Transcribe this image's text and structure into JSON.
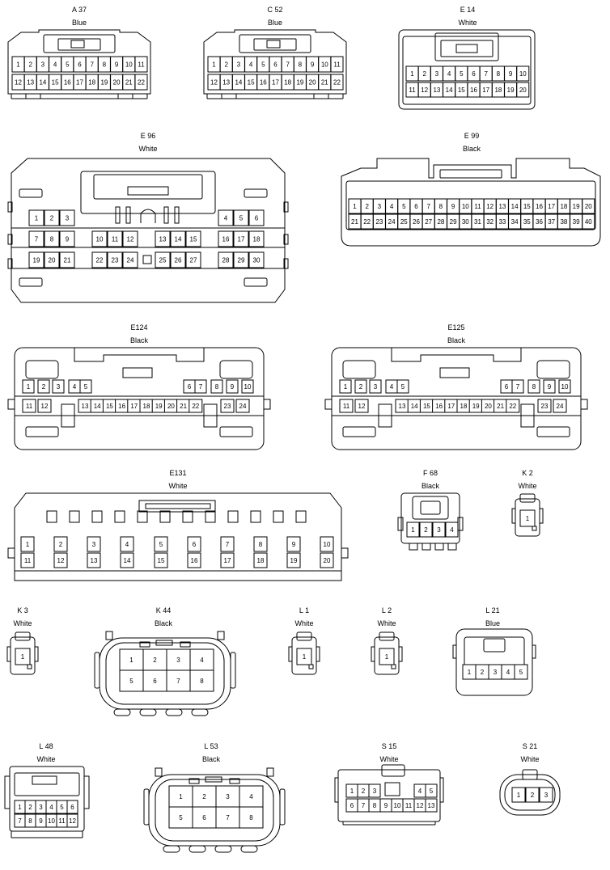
{
  "connectors": [
    {
      "id": "A 37",
      "color": "Blue",
      "rows": [
        [
          "1",
          "2",
          "3",
          "4",
          "5",
          "6",
          "7",
          "8",
          "9",
          "10",
          "11"
        ],
        [
          "12",
          "13",
          "14",
          "15",
          "16",
          "17",
          "18",
          "19",
          "20",
          "21",
          "22"
        ]
      ]
    },
    {
      "id": "C 52",
      "color": "Blue",
      "rows": [
        [
          "1",
          "2",
          "3",
          "4",
          "5",
          "6",
          "7",
          "8",
          "9",
          "10",
          "11"
        ],
        [
          "12",
          "13",
          "14",
          "15",
          "16",
          "17",
          "18",
          "19",
          "20",
          "21",
          "22"
        ]
      ]
    },
    {
      "id": "E 14",
      "color": "White",
      "rows": [
        [
          "1",
          "2",
          "3",
          "4",
          "5",
          "6",
          "7",
          "8",
          "9",
          "10"
        ],
        [
          "11",
          "12",
          "13",
          "14",
          "15",
          "16",
          "17",
          "18",
          "19",
          "20"
        ]
      ]
    },
    {
      "id": "E 96",
      "color": "White",
      "rows": [
        [
          "1",
          "2",
          "3",
          "",
          "",
          "",
          "",
          "",
          "",
          "4",
          "5",
          "6"
        ],
        [
          "7",
          "8",
          "9",
          "10",
          "11",
          "12",
          "13",
          "14",
          "15",
          "16",
          "17",
          "18"
        ],
        [
          "19",
          "20",
          "21",
          "22",
          "23",
          "24",
          "25",
          "26",
          "27",
          "28",
          "29",
          "30"
        ]
      ]
    },
    {
      "id": "E 99",
      "color": "Black",
      "rows": [
        [
          "1",
          "2",
          "3",
          "4",
          "5",
          "6",
          "7",
          "8",
          "9",
          "10",
          "11",
          "12",
          "13",
          "14",
          "15",
          "16",
          "17",
          "18",
          "19",
          "20"
        ],
        [
          "21",
          "22",
          "23",
          "24",
          "25",
          "26",
          "27",
          "28",
          "29",
          "30",
          "31",
          "32",
          "33",
          "34",
          "35",
          "36",
          "37",
          "38",
          "39",
          "40"
        ]
      ]
    },
    {
      "id": "E124",
      "color": "Black",
      "rows": [
        [
          "1",
          "2",
          "3",
          "4",
          "5",
          "6",
          "7",
          "8",
          "9",
          "10"
        ],
        [
          "11",
          "12",
          "13",
          "14",
          "15",
          "16",
          "17",
          "18",
          "19",
          "20",
          "21",
          "22",
          "23",
          "24"
        ]
      ]
    },
    {
      "id": "E125",
      "color": "Black",
      "rows": [
        [
          "1",
          "2",
          "3",
          "4",
          "5",
          "6",
          "7",
          "8",
          "9",
          "10"
        ],
        [
          "11",
          "12",
          "13",
          "14",
          "15",
          "16",
          "17",
          "18",
          "19",
          "20",
          "21",
          "22",
          "23",
          "24"
        ]
      ]
    },
    {
      "id": "E131",
      "color": "White",
      "rows": [
        [
          "1",
          "2",
          "3",
          "4",
          "5",
          "6",
          "7",
          "8",
          "9",
          "10"
        ],
        [
          "11",
          "12",
          "13",
          "14",
          "15",
          "16",
          "17",
          "18",
          "19",
          "20"
        ]
      ]
    },
    {
      "id": "F 68",
      "color": "Black",
      "rows": [
        [
          "1",
          "2",
          "3",
          "4"
        ]
      ]
    },
    {
      "id": "K 2",
      "color": "White",
      "rows": [
        [
          "1"
        ]
      ]
    },
    {
      "id": "K 3",
      "color": "White",
      "rows": [
        [
          "1"
        ]
      ]
    },
    {
      "id": "K 44",
      "color": "Black",
      "rows": [
        [
          "1",
          "2",
          "3",
          "4"
        ],
        [
          "5",
          "6",
          "7",
          "8"
        ]
      ]
    },
    {
      "id": "L 1",
      "color": "White",
      "rows": [
        [
          "1"
        ]
      ]
    },
    {
      "id": "L 2",
      "color": "White",
      "rows": [
        [
          "1"
        ]
      ]
    },
    {
      "id": "L 21",
      "color": "Blue",
      "rows": [
        [
          "1",
          "2",
          "3",
          "4",
          "5"
        ]
      ]
    },
    {
      "id": "L 48",
      "color": "White",
      "rows": [
        [
          "1",
          "2",
          "3",
          "4",
          "5",
          "6"
        ],
        [
          "7",
          "8",
          "9",
          "10",
          "11",
          "12"
        ]
      ]
    },
    {
      "id": "L 53",
      "color": "Black",
      "rows": [
        [
          "1",
          "2",
          "3",
          "4"
        ],
        [
          "5",
          "6",
          "7",
          "8"
        ]
      ]
    },
    {
      "id": "S 15",
      "color": "White",
      "rows": [
        [
          "1",
          "2",
          "3",
          "",
          "",
          "",
          "",
          "4",
          "5"
        ],
        [
          "6",
          "7",
          "8",
          "9",
          "10",
          "11",
          "12",
          "13"
        ]
      ]
    },
    {
      "id": "S 21",
      "color": "White",
      "rows": [
        [
          "1",
          "2",
          "3"
        ]
      ]
    }
  ]
}
